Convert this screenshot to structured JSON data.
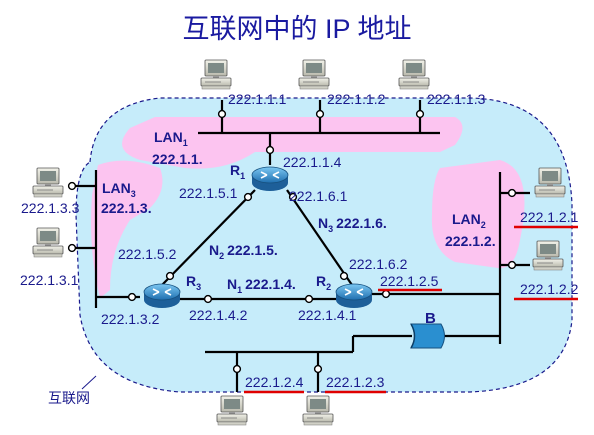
{
  "title": "互联网中的 IP 地址",
  "internet_label": "互联网",
  "lans": {
    "lan1": {
      "name": "LAN",
      "sub": "1",
      "net": "222.1.1."
    },
    "lan2": {
      "name": "LAN",
      "sub": "2",
      "net": "222.1.2."
    },
    "lan3": {
      "name": "LAN",
      "sub": "3",
      "net": "222.1.3."
    }
  },
  "routers": {
    "r1": {
      "name": "R",
      "sub": "1"
    },
    "r2": {
      "name": "R",
      "sub": "2"
    },
    "r3": {
      "name": "R",
      "sub": "3"
    }
  },
  "links": {
    "n1": {
      "name": "N",
      "sub": "1",
      "net": "222.1.4."
    },
    "n2": {
      "name": "N",
      "sub": "2",
      "net": "222.1.5."
    },
    "n3": {
      "name": "N",
      "sub": "3",
      "net": "222.1.6."
    }
  },
  "bridge_label": "B",
  "addresses": {
    "h111": "222.1.1.1",
    "h112": "222.1.1.2",
    "h113": "222.1.1.3",
    "r1_lan1": "222.1.1.4",
    "r1_n2": "222.1.5.1",
    "r1_n3": "222.1.6.1",
    "r3_n2": "222.1.5.2",
    "r2_n3": "222.1.6.2",
    "r2_lan2": "222.1.2.5",
    "r3_lan3": "222.1.3.2",
    "r3_n1": "222.1.4.2",
    "r2_n1": "222.1.4.1",
    "h133": "222.1.3.3",
    "h131": "222.1.3.1",
    "h121": "222.1.2.1",
    "h122": "222.1.2.2",
    "h124": "222.1.2.4",
    "h123": "222.1.2.3"
  },
  "colors": {
    "title": "#1a1aa0",
    "label": "#1a1a8c",
    "internet_fill": "#c6ecfa",
    "lan_fill": "#fcc4f0",
    "underline": "#e00000",
    "router": "#2a8fd0",
    "bridge": "#2a8fd0"
  }
}
